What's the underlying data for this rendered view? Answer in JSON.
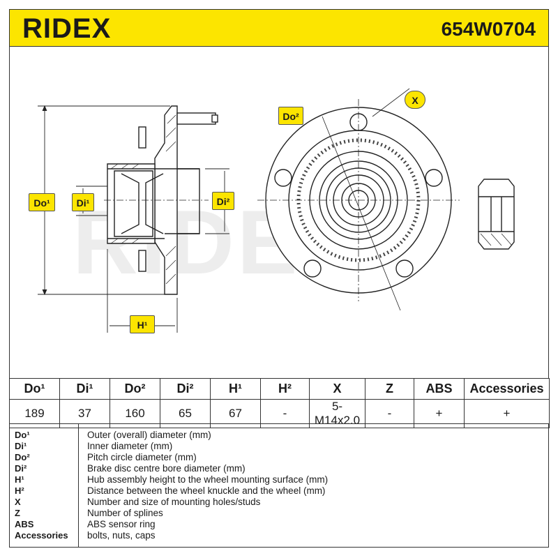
{
  "header": {
    "brand": "RIDEX",
    "part_number": "654W0704"
  },
  "colors": {
    "accent": "#fce500",
    "ink": "#1a1a1a"
  },
  "watermark": "RIDEX",
  "dimension_labels": {
    "do1": "Do¹",
    "di1": "Di¹",
    "di2": "Di²",
    "h1": "H¹",
    "do2": "Do²",
    "x": "X"
  },
  "table": {
    "headers": [
      "Do¹",
      "Di¹",
      "Do²",
      "Di²",
      "H¹",
      "H²",
      "X",
      "Z",
      "ABS",
      "Accessories"
    ],
    "values": [
      "189",
      "37",
      "160",
      "65",
      "67",
      "-",
      "5-M14x2.0",
      "-",
      "+",
      "+"
    ]
  },
  "legend": [
    {
      "key": "Do¹",
      "desc": "Outer (overall) diameter (mm)"
    },
    {
      "key": "Di¹",
      "desc": "Inner diameter (mm)"
    },
    {
      "key": "Do²",
      "desc": "Pitch circle diameter (mm)"
    },
    {
      "key": "Di²",
      "desc": "Brake disc centre bore diameter (mm)"
    },
    {
      "key": "H¹",
      "desc": "Hub assembly height to the wheel mounting surface (mm)"
    },
    {
      "key": "H²",
      "desc": "Distance between the wheel knuckle and the wheel (mm)"
    },
    {
      "key": "X",
      "desc": "Number and size of mounting holes/studs"
    },
    {
      "key": "Z",
      "desc": "Number of splines"
    },
    {
      "key": "ABS",
      "desc": "ABS sensor ring"
    },
    {
      "key": "Accessories",
      "desc": "bolts, nuts, caps"
    }
  ]
}
